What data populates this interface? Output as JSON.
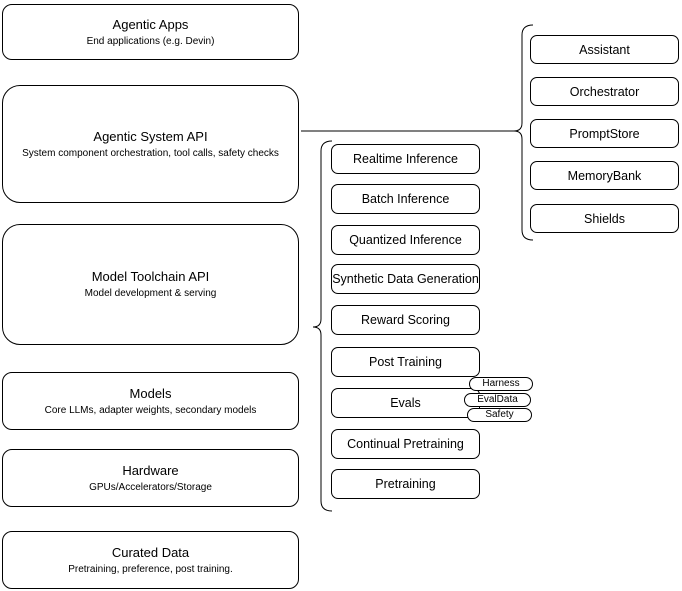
{
  "diagram": {
    "colors": {
      "stroke": "#000000",
      "background": "#ffffff",
      "text": "#000000"
    },
    "left_stack": [
      {
        "title": "Agentic Apps",
        "subtitle": "End applications (e.g. Devin)"
      },
      {
        "title": "Agentic System API",
        "subtitle": "System component orchestration, tool calls, safety checks"
      },
      {
        "title": "Model Toolchain API",
        "subtitle": "Model development & serving"
      },
      {
        "title": "Models",
        "subtitle": "Core LLMs, adapter weights, secondary models"
      },
      {
        "title": "Hardware",
        "subtitle": "GPUs/Accelerators/Storage"
      },
      {
        "title": "Curated Data",
        "subtitle": "Pretraining, preference, post training."
      }
    ],
    "toolchain_components": [
      "Realtime Inference",
      "Batch Inference",
      "Quantized Inference",
      "Synthetic Data Generation",
      "Reward Scoring",
      "Post Training",
      "Evals",
      "Continual Pretraining",
      "Pretraining"
    ],
    "eval_tags": [
      "Harness",
      "EvalData",
      "Safety"
    ],
    "system_components": [
      "Assistant",
      "Orchestrator",
      "PromptStore",
      "MemoryBank",
      "Shields"
    ]
  }
}
